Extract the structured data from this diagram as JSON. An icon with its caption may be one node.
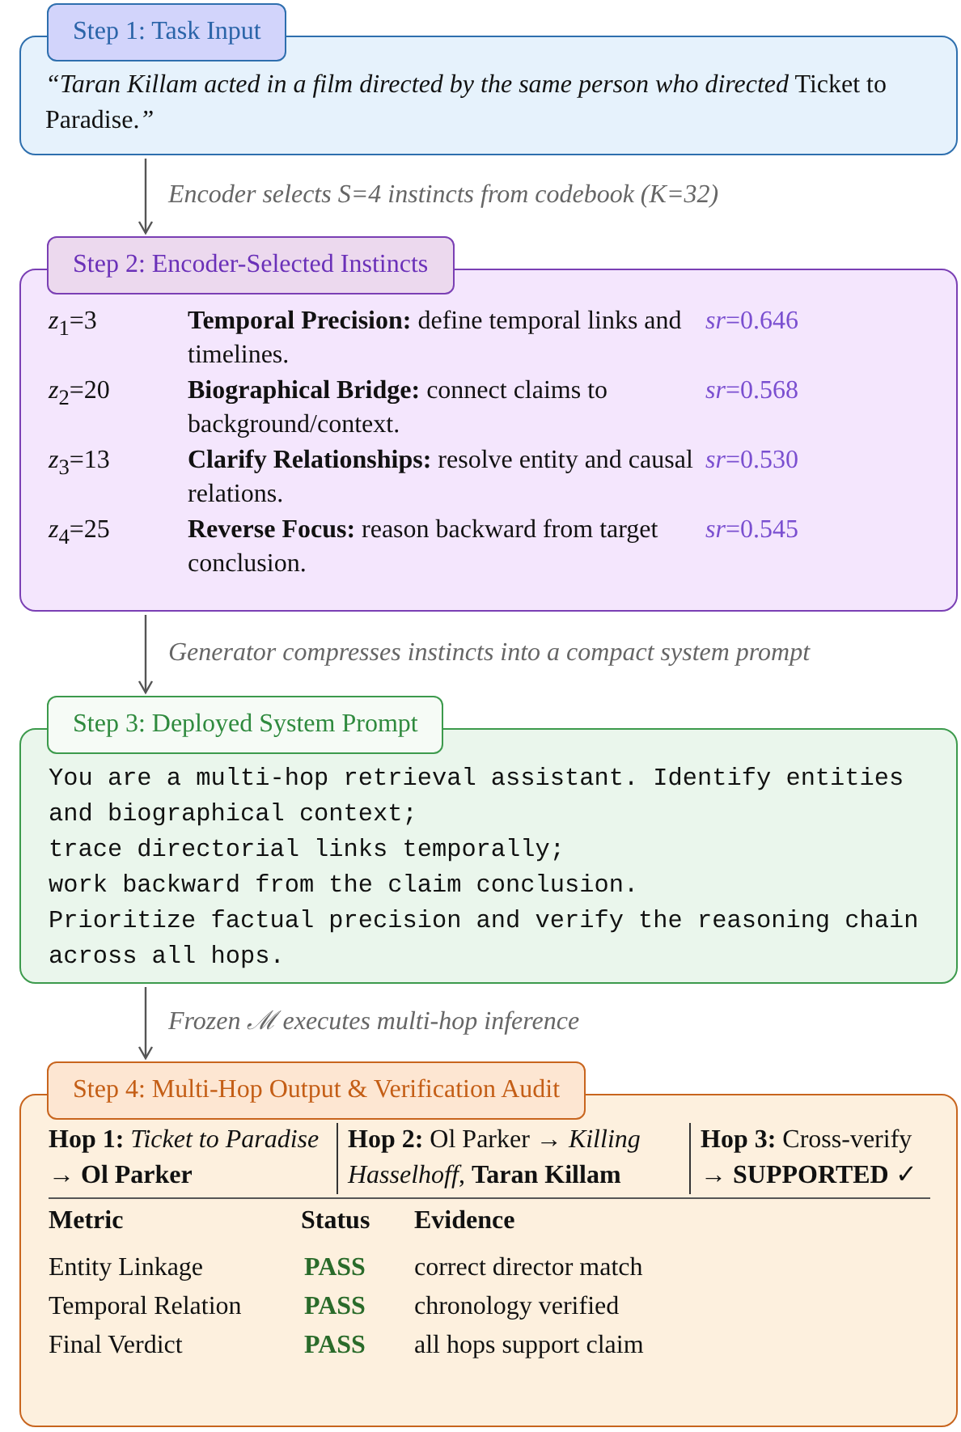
{
  "diagram": {
    "nodes": [
      {
        "text": [
          "Step 1: Task Input",
          "*“Taran Killam acted in a film directed by the same person who directed* Ticket to Paradise.*”*"
        ]
      },
      {
        "text": [
          "Step 2: Encoder-Selected Instincts",
          "*z*$_{1}$=3",
          "**Temporal Precision:** define temporal links and timelines.",
          "*sr*=0.646",
          "*z*$_{2}$=20",
          "**Biographical Bridge:** connect claims to background/context.",
          "*sr*=0.568",
          "*z*$_{3}$=13",
          "**Clarify Relationships:** resolve entity and causal relations.",
          "*sr*=0.530",
          "*z*$_{4}$=25",
          "**Reverse Focus:** reason backward from target conclusion.",
          "*sr*=0.545"
        ]
      },
      {
        "text": [
          "Step 3: Deployed System Prompt",
          "You are a multi-hop retrieval assistant. Identify entities and biographical context;",
          "trace directorial links temporally;",
          "work backward from the claim conclusion.",
          "Prioritize factual precision and verify the reasoning chain across all hops."
        ]
      },
      {
        "text": [
          "Step 4: Multi-Hop Output & Verification Audit",
          "**Hop 1:** *Ticket to Paradise* → **Ol Parker**",
          "**Hop 2:** Ol Parker → *Killing Hasselhoff*, **Taran Killam**",
          "**Hop 3:** Cross-verify → **SUPPORTED** ✓",
          "Metric",
          "Status",
          "Evidence",
          "Entity Linkage",
          "PASS",
          "correct director match",
          "Temporal Relation",
          "PASS",
          "chronology verified",
          "Final Verdict",
          "PASS",
          "all hops support claim"
        ]
      }
    ],
    "edges": [
      {
        "from": 0,
        "to": 1,
        "arrow": "to",
        "label": "Encoder selects *S*=4 instincts from codebook (*K*=32)"
      },
      {
        "from": 1,
        "to": 2,
        "arrow": "to",
        "label": "Generator compresses instincts into a compact system prompt"
      },
      {
        "from": 2,
        "to": 3,
        "arrow": "to",
        "label": "Frozen ℳ executes multi-hop inference"
      }
    ]
  }
}
